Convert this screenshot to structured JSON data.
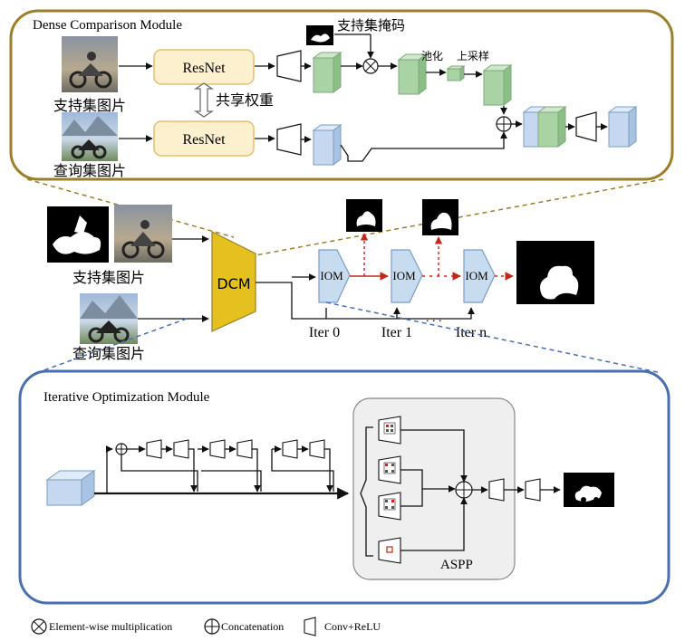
{
  "colors": {
    "dcm_border": "#9b7f2a",
    "iom_border": "#4a6fb0",
    "resnet_fill": "#fdf0cf",
    "resnet_stroke": "#e5be6e",
    "green_fill": "#a9d3a4",
    "blue_fill": "#c5d8ef",
    "dcm_fill": "#e4c11e",
    "iom_fill": "#c8dcf0",
    "red_arrow": "#c0281c",
    "aspp_fill": "#efefef"
  },
  "dcm_section": {
    "title": "Dense Comparison Module",
    "support_mask_label": "支持集掩码",
    "support_image_label": "支持集图片",
    "query_image_label": "查询集图片",
    "resnet_top": "ResNet",
    "resnet_bottom": "ResNet",
    "shared_weights": "共享权重",
    "pooling": "池化",
    "upsample": "上采样"
  },
  "pipeline": {
    "support_image_label": "支持集图片",
    "query_image_label": "查询集图片",
    "dcm_label": "DCM",
    "iom_labels": [
      "IOM",
      "IOM",
      "IOM"
    ],
    "iter_labels": [
      "Iter 0",
      "Iter 1",
      "Iter n"
    ],
    "dots": ". . ."
  },
  "iom_section": {
    "title": "Iterative Optimization Module",
    "aspp_label": "ASPP"
  },
  "legend": {
    "multiply": "Element-wise multiplication",
    "concat": "Concatenation",
    "conv": "Conv+ReLU"
  }
}
